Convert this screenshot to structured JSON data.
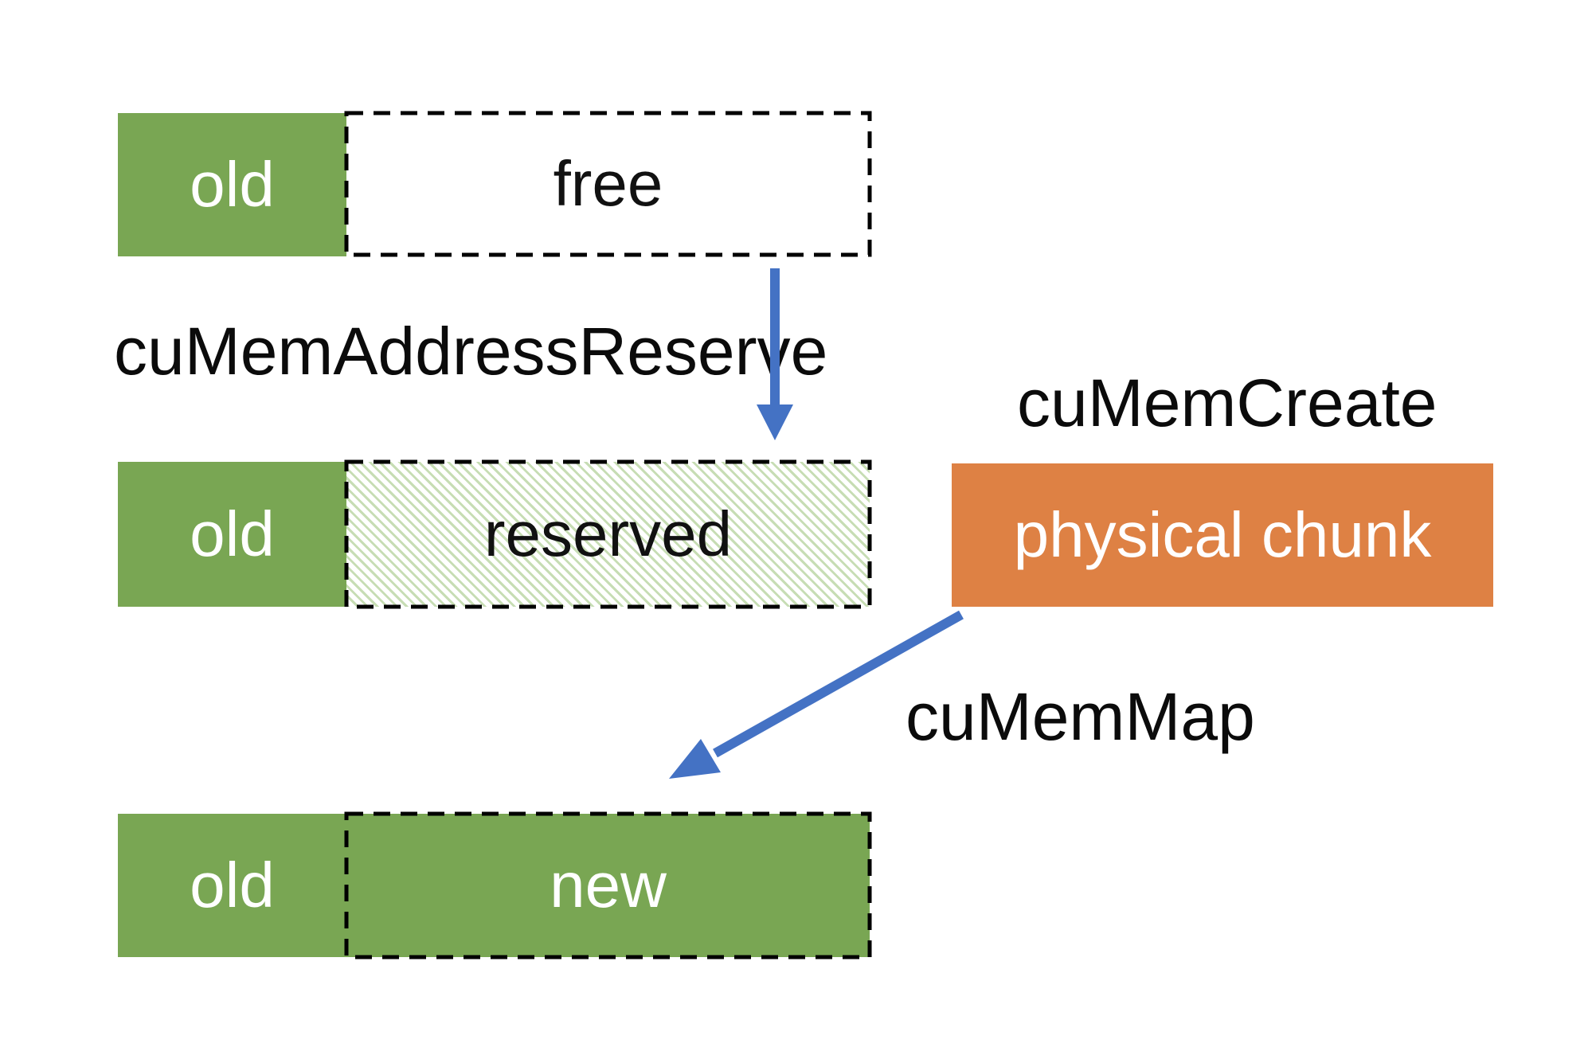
{
  "diagram": {
    "description": "CUDA virtual memory management flow diagram",
    "row1": {
      "old_label": "old",
      "free_label": "free"
    },
    "row2": {
      "old_label": "old",
      "reserved_label": "reserved"
    },
    "row3": {
      "old_label": "old",
      "new_label": "new"
    },
    "physical_chunk_label": "physical chunk",
    "api_labels": {
      "address_reserve": "cuMemAddressReserve",
      "create": "cuMemCreate",
      "map": "cuMemMap"
    },
    "arrows": [
      {
        "name": "reserve-down-arrow",
        "from": "free block",
        "to": "reserved block",
        "direction": "down"
      },
      {
        "name": "map-diagonal-arrow",
        "from": "physical chunk",
        "to": "new block",
        "direction": "down-left"
      }
    ]
  },
  "colors": {
    "allocated_green": "#79A653",
    "hatch_light_green": "#C7DDB4",
    "physical_orange": "#DE8144",
    "arrow_blue": "#4472C4",
    "border_black": "#000000",
    "background_white": "#FFFFFF"
  }
}
